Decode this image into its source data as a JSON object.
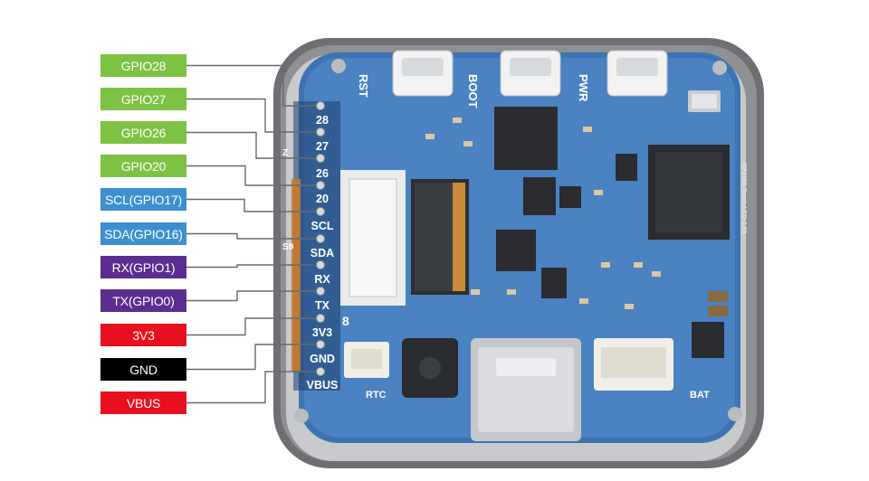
{
  "labels": [
    {
      "text": "GPIO28",
      "color": "green"
    },
    {
      "text": "GPIO27",
      "color": "green"
    },
    {
      "text": "GPIO26",
      "color": "green"
    },
    {
      "text": "GPIO20",
      "color": "green"
    },
    {
      "text": "SCL(GPIO17)",
      "color": "blue"
    },
    {
      "text": "SDA(GPIO16)",
      "color": "blue"
    },
    {
      "text": "RX(GPIO1)",
      "color": "purple"
    },
    {
      "text": "TX(GPIO0)",
      "color": "purple"
    },
    {
      "text": "3V3",
      "color": "red"
    },
    {
      "text": "GND",
      "color": "black"
    },
    {
      "text": "VBUS",
      "color": "red"
    }
  ],
  "pins": [
    "28",
    "27",
    "26",
    "20",
    "SCL",
    "SDA",
    "RX",
    "TX",
    "3V3",
    "GND",
    "VBUS"
  ],
  "board": {
    "buttons": [
      "RST",
      "BOOT",
      "PWR"
    ],
    "connectors": {
      "rtc": "RTC",
      "battery": "BAT"
    },
    "model_text": "RP2350-Touch-LCD-1.69",
    "side_marks": {
      "z": "Z",
      "num": "S9",
      "eight": "8"
    }
  }
}
